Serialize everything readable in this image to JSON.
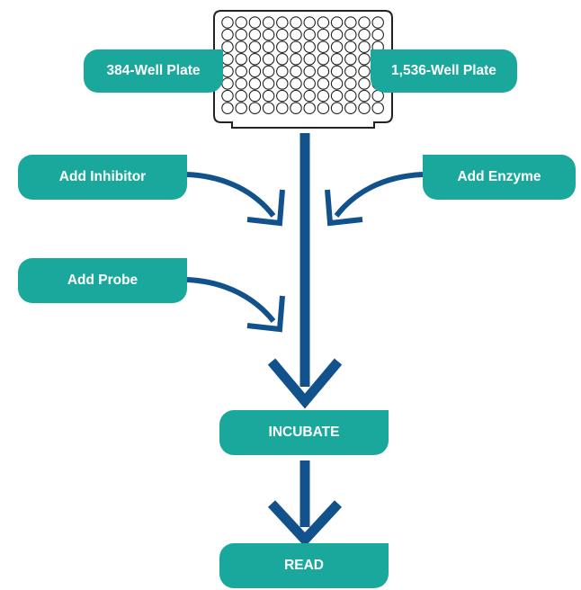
{
  "colors": {
    "label_fill": "#1aa89c",
    "arrow_stroke": "#12528c",
    "plate_fill": "#ffffff",
    "plate_stroke": "#222222"
  },
  "plate": {
    "icon": "microplate-icon",
    "rows": 8,
    "columns": 12
  },
  "labels": {
    "plate_384": "384-Well Plate",
    "plate_1536": "1,536-Well Plate",
    "add_inhibitor": "Add Inhibitor",
    "add_enzyme": "Add Enzyme",
    "add_probe": "Add Probe",
    "incubate": "INCUBATE",
    "read": "READ"
  }
}
